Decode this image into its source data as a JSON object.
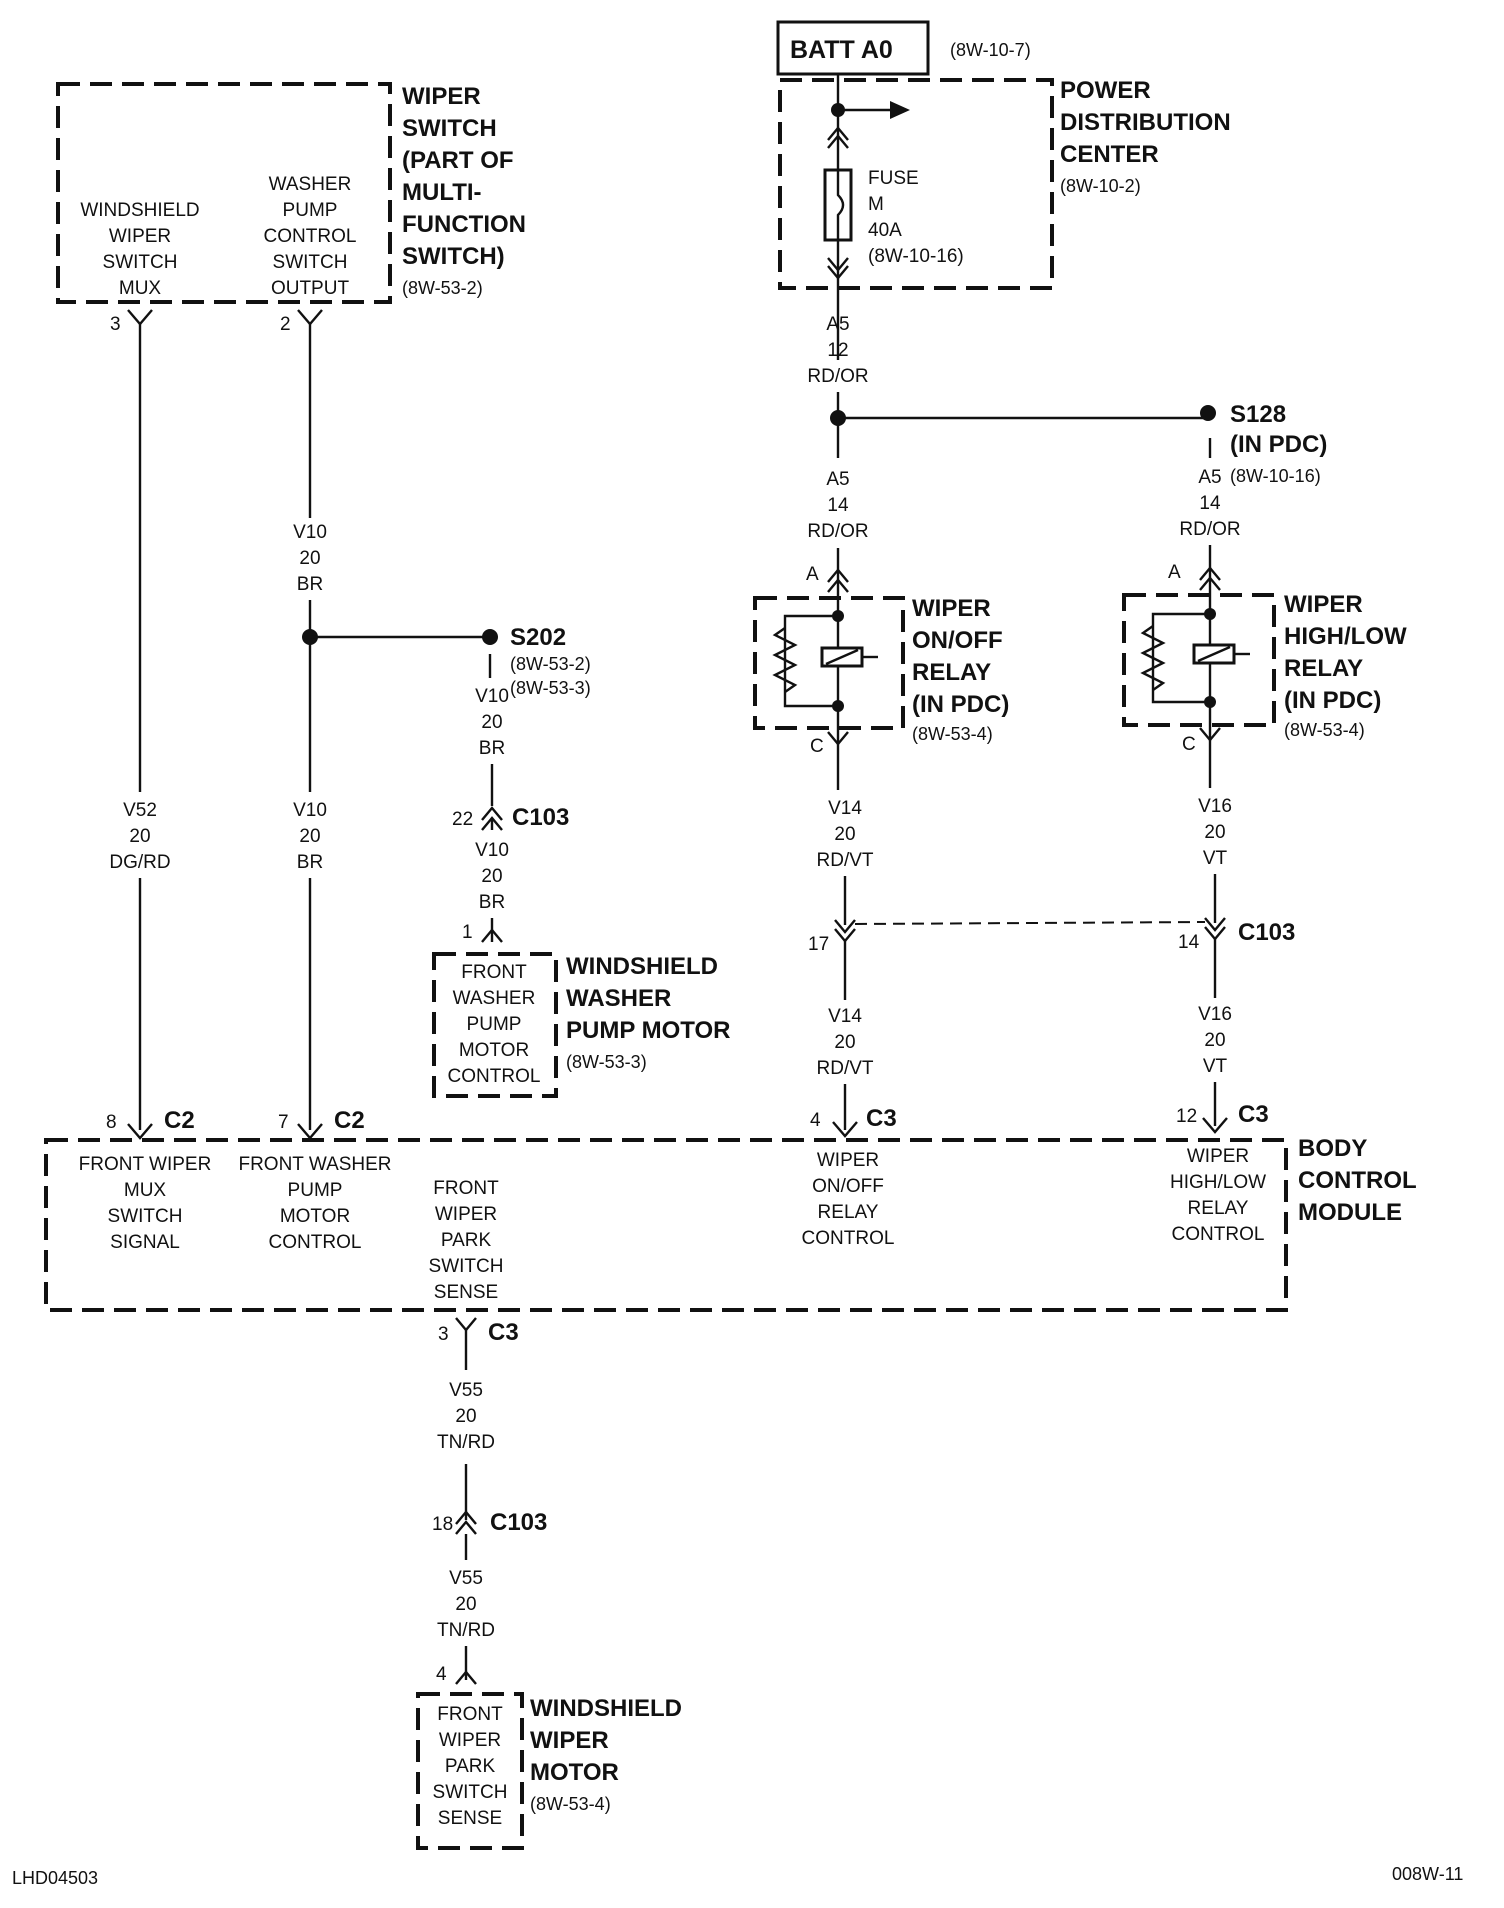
{
  "batt": {
    "label": "BATT A0",
    "ref": "(8W-10-7)"
  },
  "pdc": {
    "title": [
      "POWER",
      "DISTRIBUTION",
      "CENTER"
    ],
    "ref": "(8W-10-2)"
  },
  "fuse": {
    "lines": [
      "FUSE",
      "M",
      "40A",
      "(8W-10-16)"
    ]
  },
  "wire_a5_12": [
    "A5",
    "12",
    "RD/OR"
  ],
  "s128": {
    "name": "S128",
    "note": "(IN PDC)",
    "ref": "(8W-10-16)"
  },
  "wire_a5_14_left": [
    "A5",
    "14",
    "RD/OR"
  ],
  "wire_a5_14_right": [
    "A5",
    "14",
    "RD/OR"
  ],
  "relay_onoff": {
    "title": [
      "WIPER",
      "ON/OFF",
      "RELAY",
      "(IN PDC)"
    ],
    "ref": "(8W-53-4)",
    "pin_a": "A",
    "pin_c": "C"
  },
  "relay_highlow": {
    "title": [
      "WIPER",
      "HIGH/LOW",
      "RELAY",
      "(IN PDC)"
    ],
    "ref": "(8W-53-4)",
    "pin_a": "A",
    "pin_c": "C"
  },
  "wire_v14_top": [
    "V14",
    "20",
    "RD/VT"
  ],
  "wire_v16_top": [
    "V16",
    "20",
    "VT"
  ],
  "c103_right": {
    "pin_left": "17",
    "pin_right": "14",
    "name": "C103"
  },
  "wire_v14_bot": [
    "V14",
    "20",
    "RD/VT"
  ],
  "wire_v16_bot": [
    "V16",
    "20",
    "VT"
  ],
  "wiper_switch": {
    "title": [
      "WIPER",
      "SWITCH",
      "(PART OF",
      "MULTI-",
      "FUNCTION",
      "SWITCH)"
    ],
    "ref": "(8W-53-2)",
    "left_func": [
      "WINDSHIELD",
      "WIPER",
      "SWITCH",
      "MUX"
    ],
    "right_func": [
      "WASHER",
      "PUMP",
      "CONTROL",
      "SWITCH",
      "OUTPUT"
    ],
    "pin_left": "3",
    "pin_right": "2"
  },
  "wire_v10_upper": [
    "V10",
    "20",
    "BR"
  ],
  "s202": {
    "name": "S202",
    "refs": [
      "(8W-53-2)",
      "(8W-53-3)"
    ]
  },
  "wire_v10_s202": [
    "V10",
    "20",
    "BR"
  ],
  "c103_mid": {
    "pin": "22",
    "name": "C103"
  },
  "wire_v10_pump": [
    "V10",
    "20",
    "BR"
  ],
  "washer_motor": {
    "pin": "1",
    "func": [
      "FRONT",
      "WASHER",
      "PUMP",
      "MOTOR",
      "CONTROL"
    ],
    "title": [
      "WINDSHIELD",
      "WASHER",
      "PUMP MOTOR"
    ],
    "ref": "(8W-53-3)"
  },
  "wire_v52": [
    "V52",
    "20",
    "DG/RD"
  ],
  "wire_v10_lower": [
    "V10",
    "20",
    "BR"
  ],
  "bcm": {
    "title": [
      "BODY",
      "CONTROL",
      "MODULE"
    ],
    "pins": [
      {
        "pin": "8",
        "conn": "C2",
        "func": [
          "FRONT WIPER",
          "MUX",
          "SWITCH",
          "SIGNAL"
        ]
      },
      {
        "pin": "7",
        "conn": "C2",
        "func": [
          "FRONT WASHER",
          "PUMP",
          "MOTOR",
          "CONTROL"
        ]
      },
      {
        "pin": "3",
        "conn": "C3",
        "func": [
          "FRONT",
          "WIPER",
          "PARK",
          "SWITCH",
          "SENSE"
        ]
      },
      {
        "pin": "4",
        "conn": "C3",
        "func": [
          "WIPER",
          "ON/OFF",
          "RELAY",
          "CONTROL"
        ]
      },
      {
        "pin": "12",
        "conn": "C3",
        "func": [
          "WIPER",
          "HIGH/LOW",
          "RELAY",
          "CONTROL"
        ]
      }
    ]
  },
  "wire_v55_upper": [
    "V55",
    "20",
    "TN/RD"
  ],
  "c103_bot": {
    "pin": "18",
    "name": "C103"
  },
  "wire_v55_lower": [
    "V55",
    "20",
    "TN/RD"
  ],
  "wiper_motor": {
    "pin": "4",
    "func": [
      "FRONT",
      "WIPER",
      "PARK",
      "SWITCH",
      "SENSE"
    ],
    "title": [
      "WINDSHIELD",
      "WIPER",
      "MOTOR"
    ],
    "ref": "(8W-53-4)"
  },
  "footer": {
    "left": "LHD04503",
    "right": "008W-11"
  }
}
